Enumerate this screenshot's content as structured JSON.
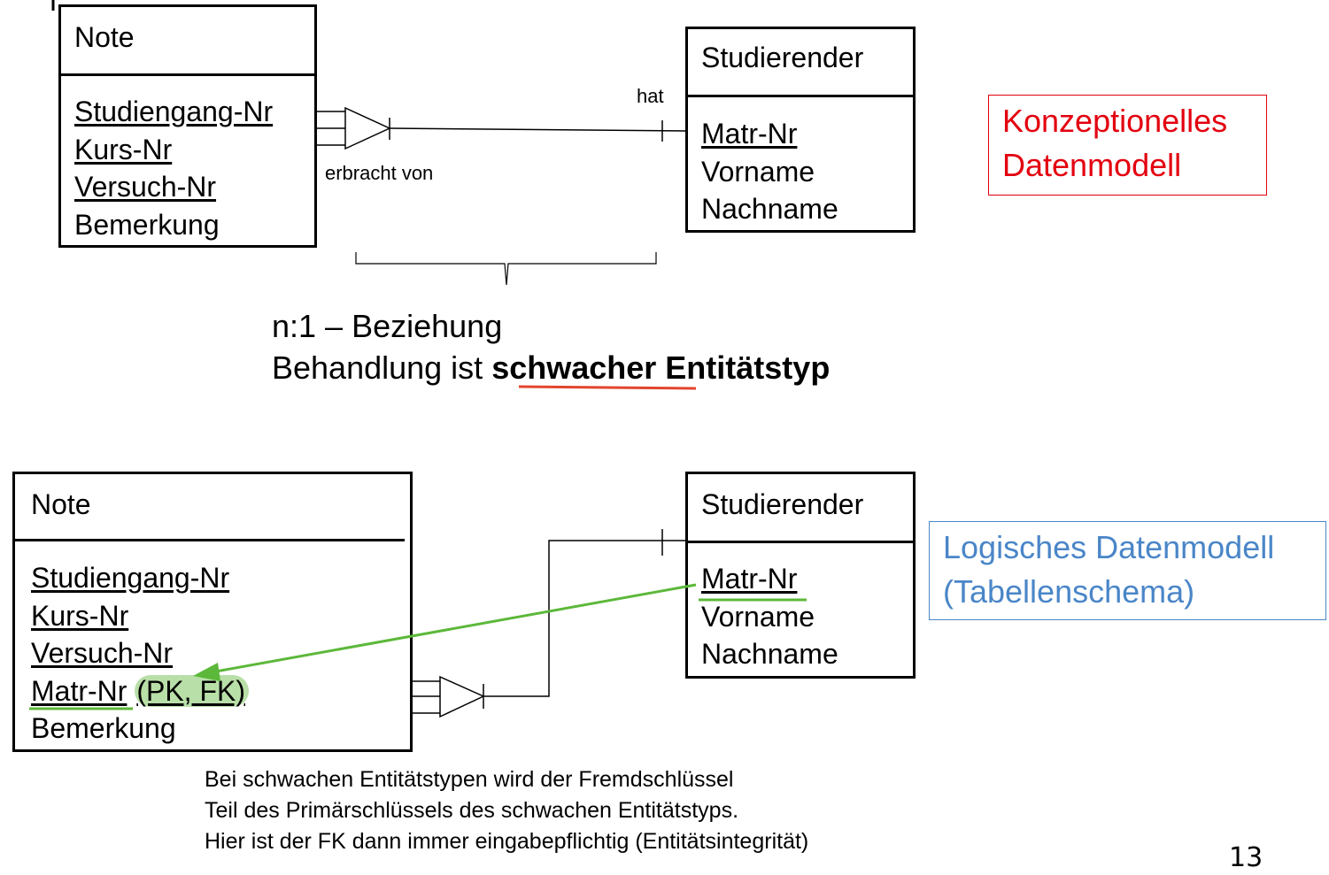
{
  "conceptual": {
    "note_entity": {
      "title": "Note",
      "attributes": [
        {
          "label": "Studiengang-Nr",
          "key": true
        },
        {
          "label": "Kurs-Nr",
          "key": true
        },
        {
          "label": "Versuch-Nr",
          "key": true
        },
        {
          "label": "Bemerkung",
          "key": false
        }
      ]
    },
    "student_entity": {
      "title": "Studierender",
      "attributes": [
        {
          "label": "Matr-Nr",
          "key": true
        },
        {
          "label": "Vorname",
          "key": false
        },
        {
          "label": "Nachname",
          "key": false
        }
      ]
    },
    "relation_label_left": "erbracht von",
    "relation_label_right": "hat",
    "caption_line1": "n:1 – Beziehung",
    "caption_line2_prefix": "Behandlung ist ",
    "caption_line2_emph1": "schwacher",
    "caption_line2_emph2": " Entitätstyp",
    "model_label": "Konzeptionelles Datenmodell"
  },
  "logical": {
    "note_entity": {
      "title": "Note",
      "attr1": "Studiengang-Nr",
      "attr2": "Kurs-Nr",
      "attr3": "Versuch-Nr",
      "attr4_key": "Matr-Nr",
      "attr4_suffix": "(PK, FK)",
      "attr5": "Bemerkung"
    },
    "student_entity": {
      "title": "Studierender",
      "attributes": [
        {
          "label": "Matr-Nr",
          "key": true
        },
        {
          "label": "Vorname",
          "key": false
        },
        {
          "label": "Nachname",
          "key": false
        }
      ]
    },
    "explanation": [
      "Bei schwachen Entitätstypen wird der Fremdschlüssel",
      "Teil des Primärschlüssels des schwachen Entitätstyps.",
      "Hier ist der FK dann immer eingabepflichtig (Entitätsintegrität)"
    ],
    "model_label_line1": "Logisches Datenmodell",
    "model_label_line2": "(Tabellenschema)"
  },
  "page_number": "13",
  "colors": {
    "conceptual_label": "#e3000f",
    "logical_label": "#4a86c8",
    "fk_arrow": "#5cb83a",
    "fk_highlight": "#b9dfa8",
    "weak_underline": "#e3452e"
  }
}
